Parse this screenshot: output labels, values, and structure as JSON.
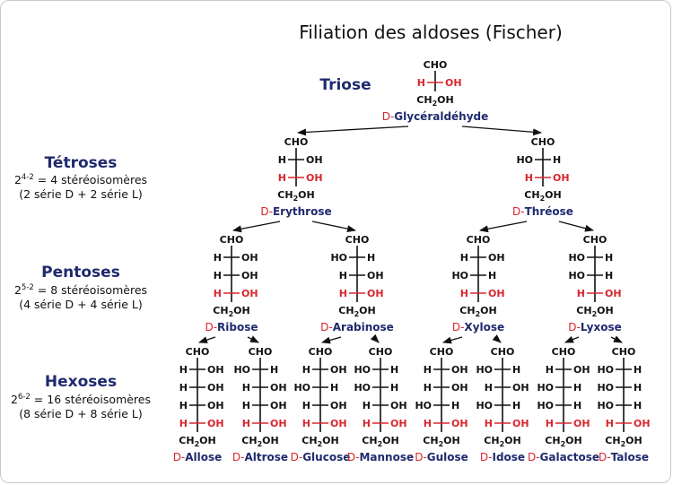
{
  "title": "Filiation des aldoses (Fischer)",
  "colors": {
    "navy": "#1f2a6e",
    "red": "#d8262e",
    "black": "#111111"
  },
  "groups": {
    "cho": "CHO",
    "ch2oh_pre": "CH",
    "ch2oh_sub": "2",
    "ch2oh_post": "OH",
    "h": "H",
    "oh": "OH",
    "ho": "HO"
  },
  "levels": [
    {
      "name": "Triose"
    },
    {
      "name": "Tétroses",
      "base": "2",
      "exp": "4-2",
      "formula": " = 4 stéréoisomères",
      "detail": "(2 série D + 2 série L)"
    },
    {
      "name": "Pentoses",
      "base": "2",
      "exp": "5-2",
      "formula": " = 8 stéréoisomères",
      "detail": "(4 série D + 4 série L)"
    },
    {
      "name": "Hexoses",
      "base": "2",
      "exp": "6-2",
      "formula": " = 16 stéréoisomères",
      "detail": "(8 série D + 8 série L)"
    }
  ],
  "sugars": [
    {
      "prefix": "D-",
      "name": "Glycéraldéhyde",
      "rows": [
        "R"
      ]
    },
    {
      "prefix": "D-",
      "name": "Erythrose",
      "rows": [
        "R",
        "R"
      ]
    },
    {
      "prefix": "D-",
      "name": "Thréose",
      "rows": [
        "L",
        "R"
      ]
    },
    {
      "prefix": "D-",
      "name": "Ribose",
      "rows": [
        "R",
        "R",
        "R"
      ]
    },
    {
      "prefix": "D-",
      "name": "Arabinose",
      "rows": [
        "L",
        "R",
        "R"
      ]
    },
    {
      "prefix": "D-",
      "name": "Xylose",
      "rows": [
        "R",
        "L",
        "R"
      ]
    },
    {
      "prefix": "D-",
      "name": "Lyxose",
      "rows": [
        "L",
        "L",
        "R"
      ]
    },
    {
      "prefix": "D-",
      "name": "Allose",
      "rows": [
        "R",
        "R",
        "R",
        "R"
      ]
    },
    {
      "prefix": "D-",
      "name": "Altrose",
      "rows": [
        "L",
        "R",
        "R",
        "R"
      ]
    },
    {
      "prefix": "D-",
      "name": "Glucose",
      "rows": [
        "R",
        "L",
        "R",
        "R"
      ]
    },
    {
      "prefix": "D-",
      "name": "Mannose",
      "rows": [
        "L",
        "L",
        "R",
        "R"
      ]
    },
    {
      "prefix": "D-",
      "name": "Gulose",
      "rows": [
        "R",
        "R",
        "L",
        "R"
      ]
    },
    {
      "prefix": "D-",
      "name": "Idose",
      "rows": [
        "L",
        "R",
        "L",
        "R"
      ]
    },
    {
      "prefix": "D-",
      "name": "Galactose",
      "rows": [
        "R",
        "L",
        "L",
        "R"
      ]
    },
    {
      "prefix": "D-",
      "name": "Talose",
      "rows": [
        "L",
        "L",
        "L",
        "R"
      ]
    }
  ]
}
